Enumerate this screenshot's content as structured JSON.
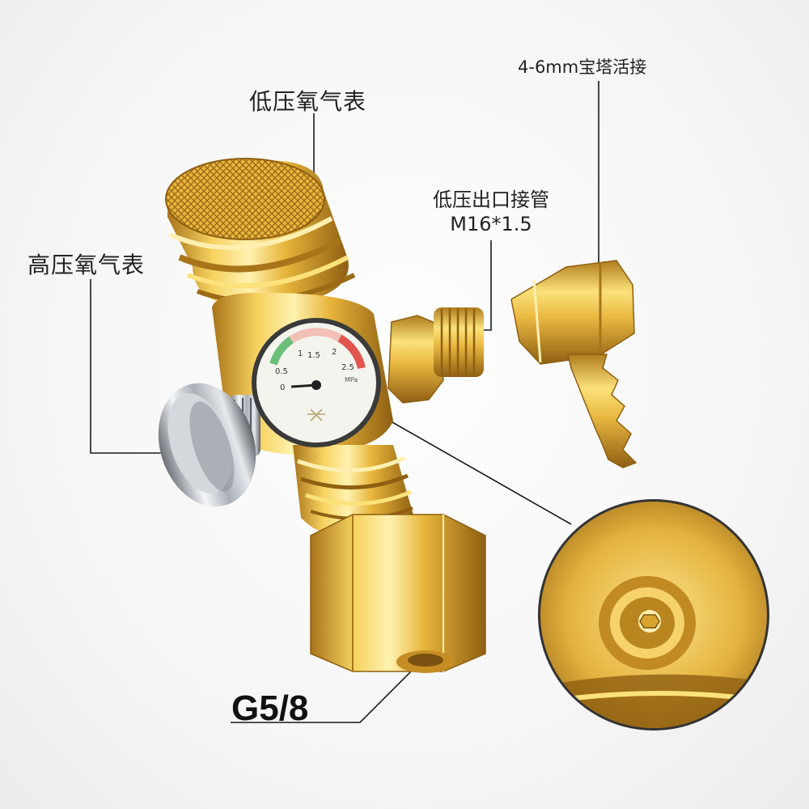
{
  "labels": {
    "low_pressure_gauge": "低压氧气表",
    "high_pressure_gauge": "高压氧气表",
    "outlet_pipe_line1": "低压出口接管",
    "outlet_pipe_line2": "M16*1.5",
    "barb_fitting": "4-6mm宝塔活接",
    "inlet_thread": "G5/8"
  },
  "gauge": {
    "ticks": [
      "0",
      "0.5",
      "1",
      "1.5",
      "2",
      "2.5"
    ],
    "unit": "MPa"
  },
  "colors": {
    "brass_light": "#fbe27a",
    "brass_mid": "#e7b53a",
    "brass_dark": "#a8741a",
    "chrome": "#cfd3d8",
    "gauge_red": "#e0554f",
    "gauge_green": "#6bbf7a",
    "leader_line": "#1a1a1a"
  }
}
